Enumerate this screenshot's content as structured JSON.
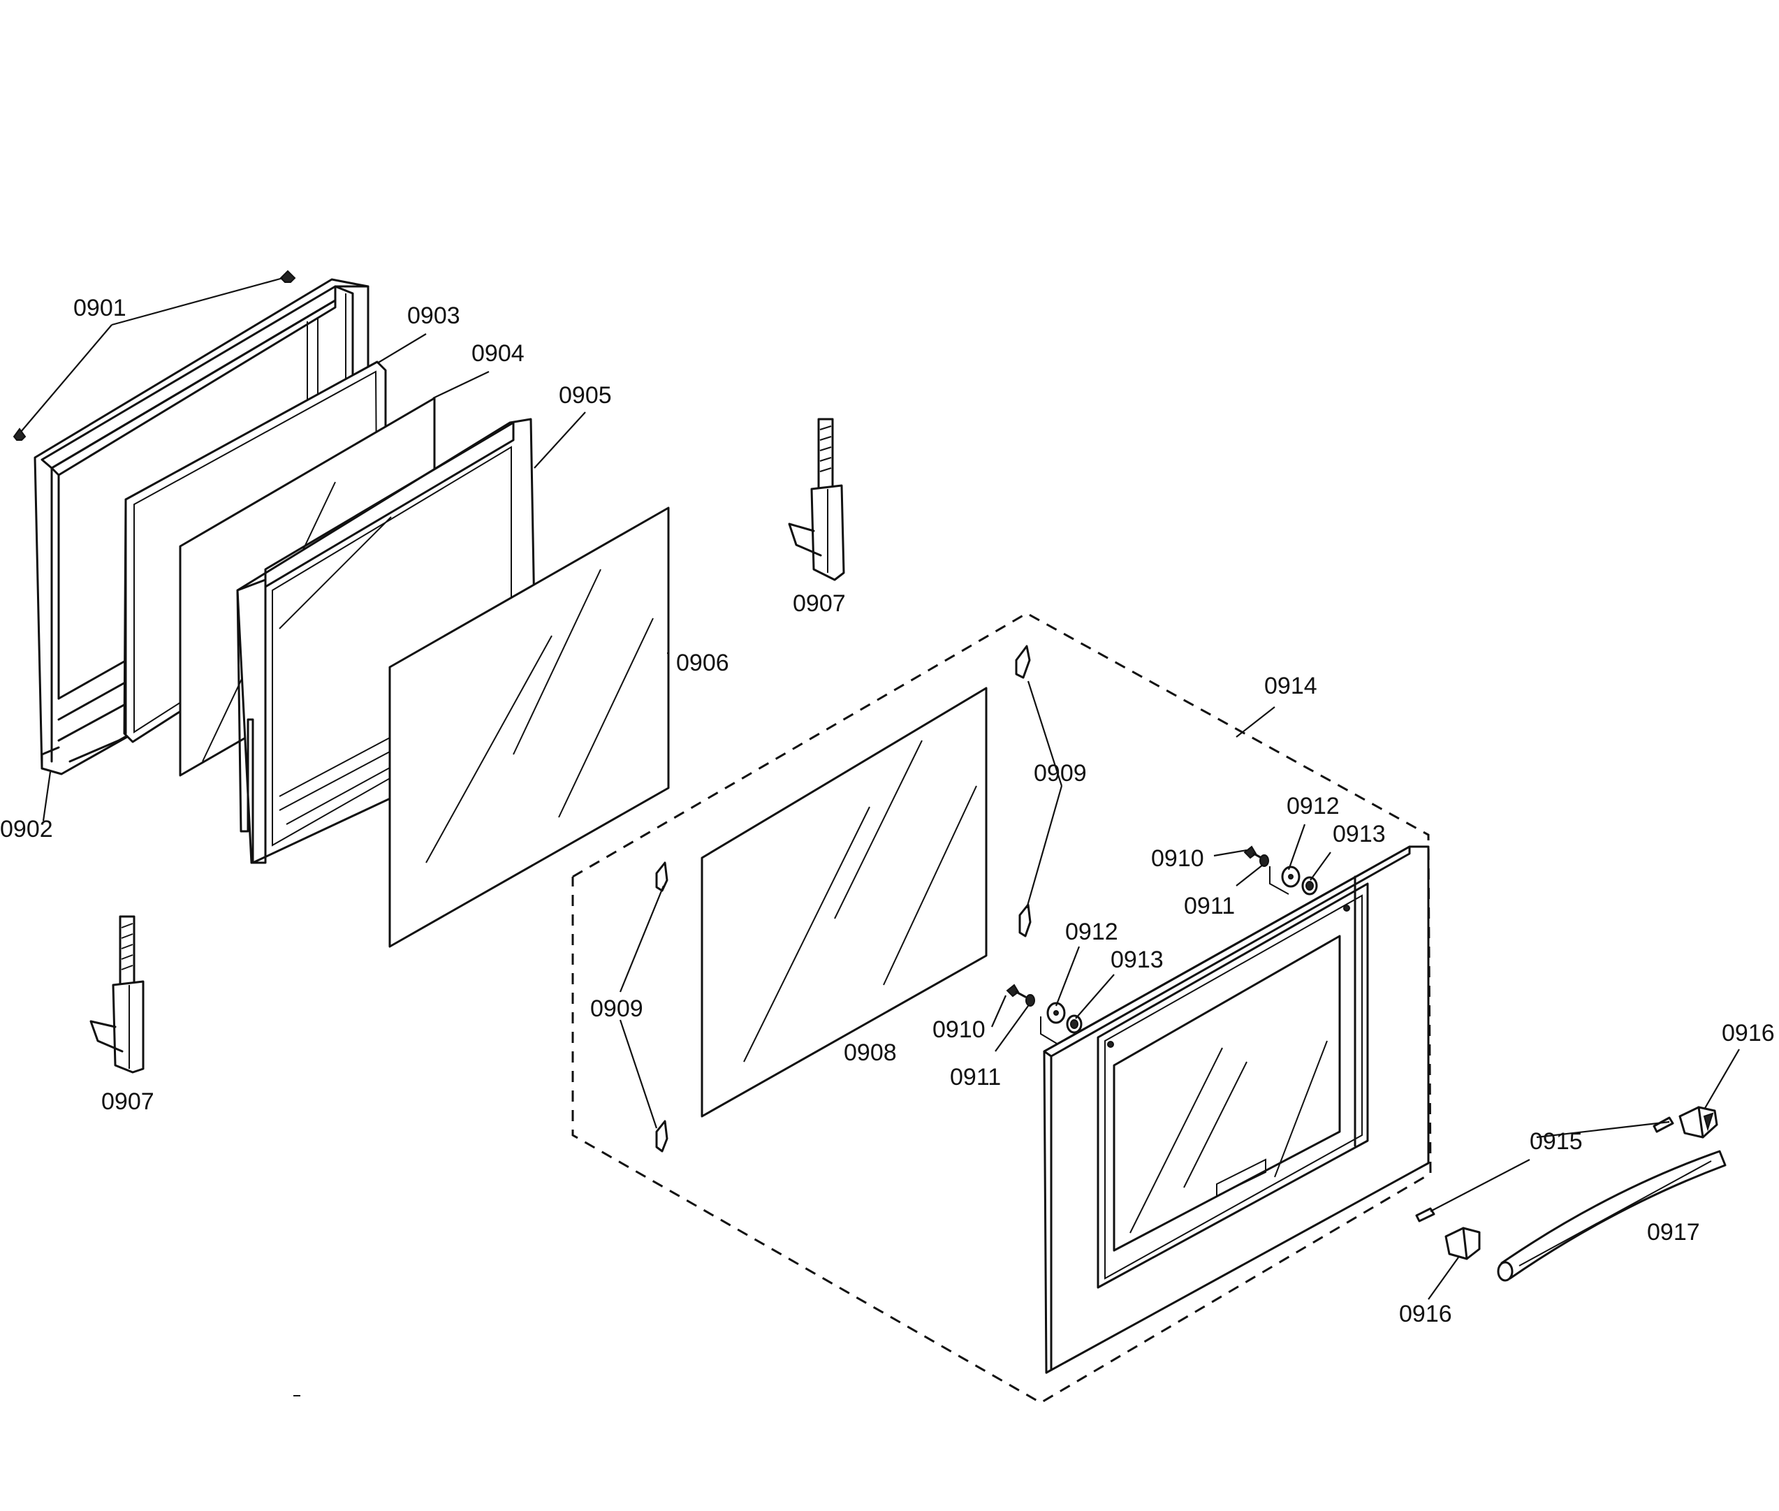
{
  "labels": {
    "l0901": "0901",
    "l0902": "0902",
    "l0903": "0903",
    "l0904": "0904",
    "l0905": "0905",
    "l0906": "0906",
    "l0907a": "0907",
    "l0907b": "0907",
    "l0908": "0908",
    "l0909a": "0909",
    "l0909b": "0909",
    "l0910a": "0910",
    "l0910b": "0910",
    "l0911a": "0911",
    "l0911b": "0911",
    "l0912a": "0912",
    "l0912b": "0912",
    "l0913a": "0913",
    "l0913b": "0913",
    "l0914": "0914",
    "l0915": "0915",
    "l0916a": "0916",
    "l0916b": "0916",
    "l0917": "0917"
  }
}
